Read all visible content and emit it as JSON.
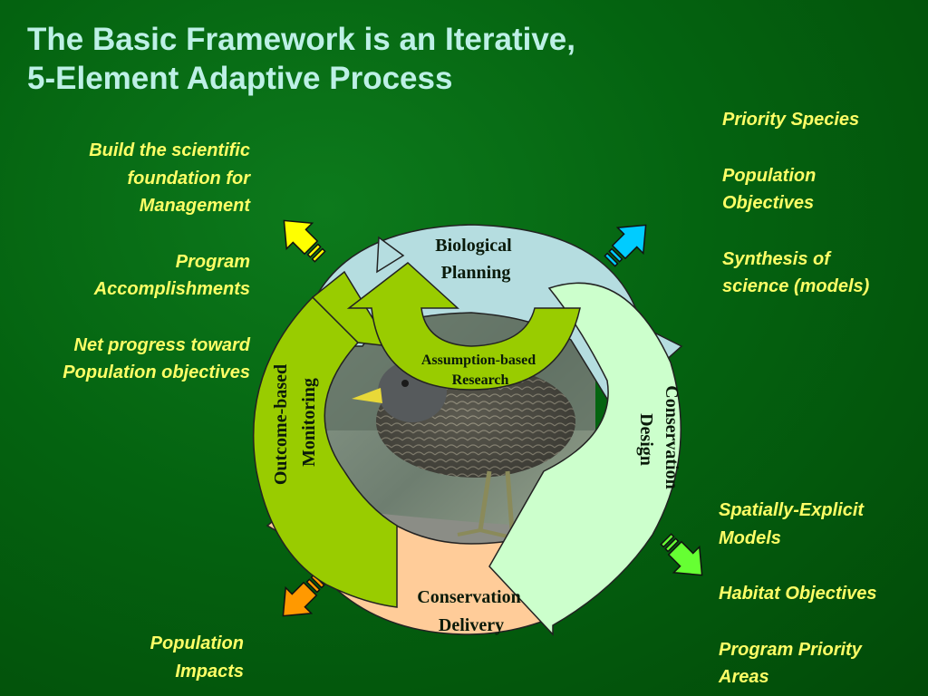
{
  "title": {
    "line1": "The Basic Framework is an Iterative,",
    "line2": "5-Element Adaptive Process"
  },
  "side_notes": {
    "top_left": [
      "Build the scientific",
      "foundation for",
      "Management",
      "",
      "Program",
      "Accomplishments",
      "",
      "Net progress toward",
      "Population objectives"
    ],
    "bottom_left": [
      "Population",
      "Impacts"
    ],
    "top_right": [
      "Priority Species",
      "",
      "Population",
      "Objectives",
      "",
      "Synthesis of",
      "science (models)"
    ],
    "bottom_right": [
      "Spatially-Explicit",
      "Models",
      "",
      "Habitat Objectives",
      "",
      "Program Priority",
      "Areas"
    ]
  },
  "cycle": {
    "biological_planning": [
      "Biological",
      "Planning"
    ],
    "conservation_design": [
      "Conservation",
      "Design"
    ],
    "conservation_delivery": [
      "Conservation",
      "Delivery"
    ],
    "outcome_monitoring": [
      "Outcome-based",
      "Monitoring"
    ],
    "assumption_research": [
      "Assumption-based",
      "Research"
    ]
  },
  "colors": {
    "background": "#046310",
    "title": "#bdf0e6",
    "notes": "#ffff66",
    "planning": "#b5dde0",
    "design": "#ccffcc",
    "delivery": "#ffcc99",
    "monitoring": "#99cc00",
    "arrow_yellow": "#ffff00",
    "arrow_blue": "#00ccff",
    "arrow_orange": "#ff9900",
    "arrow_green": "#66ff33"
  },
  "icons": [
    "bird-photo",
    "arrow-up-left-icon",
    "arrow-up-right-icon",
    "arrow-down-left-icon",
    "arrow-down-right-icon"
  ]
}
